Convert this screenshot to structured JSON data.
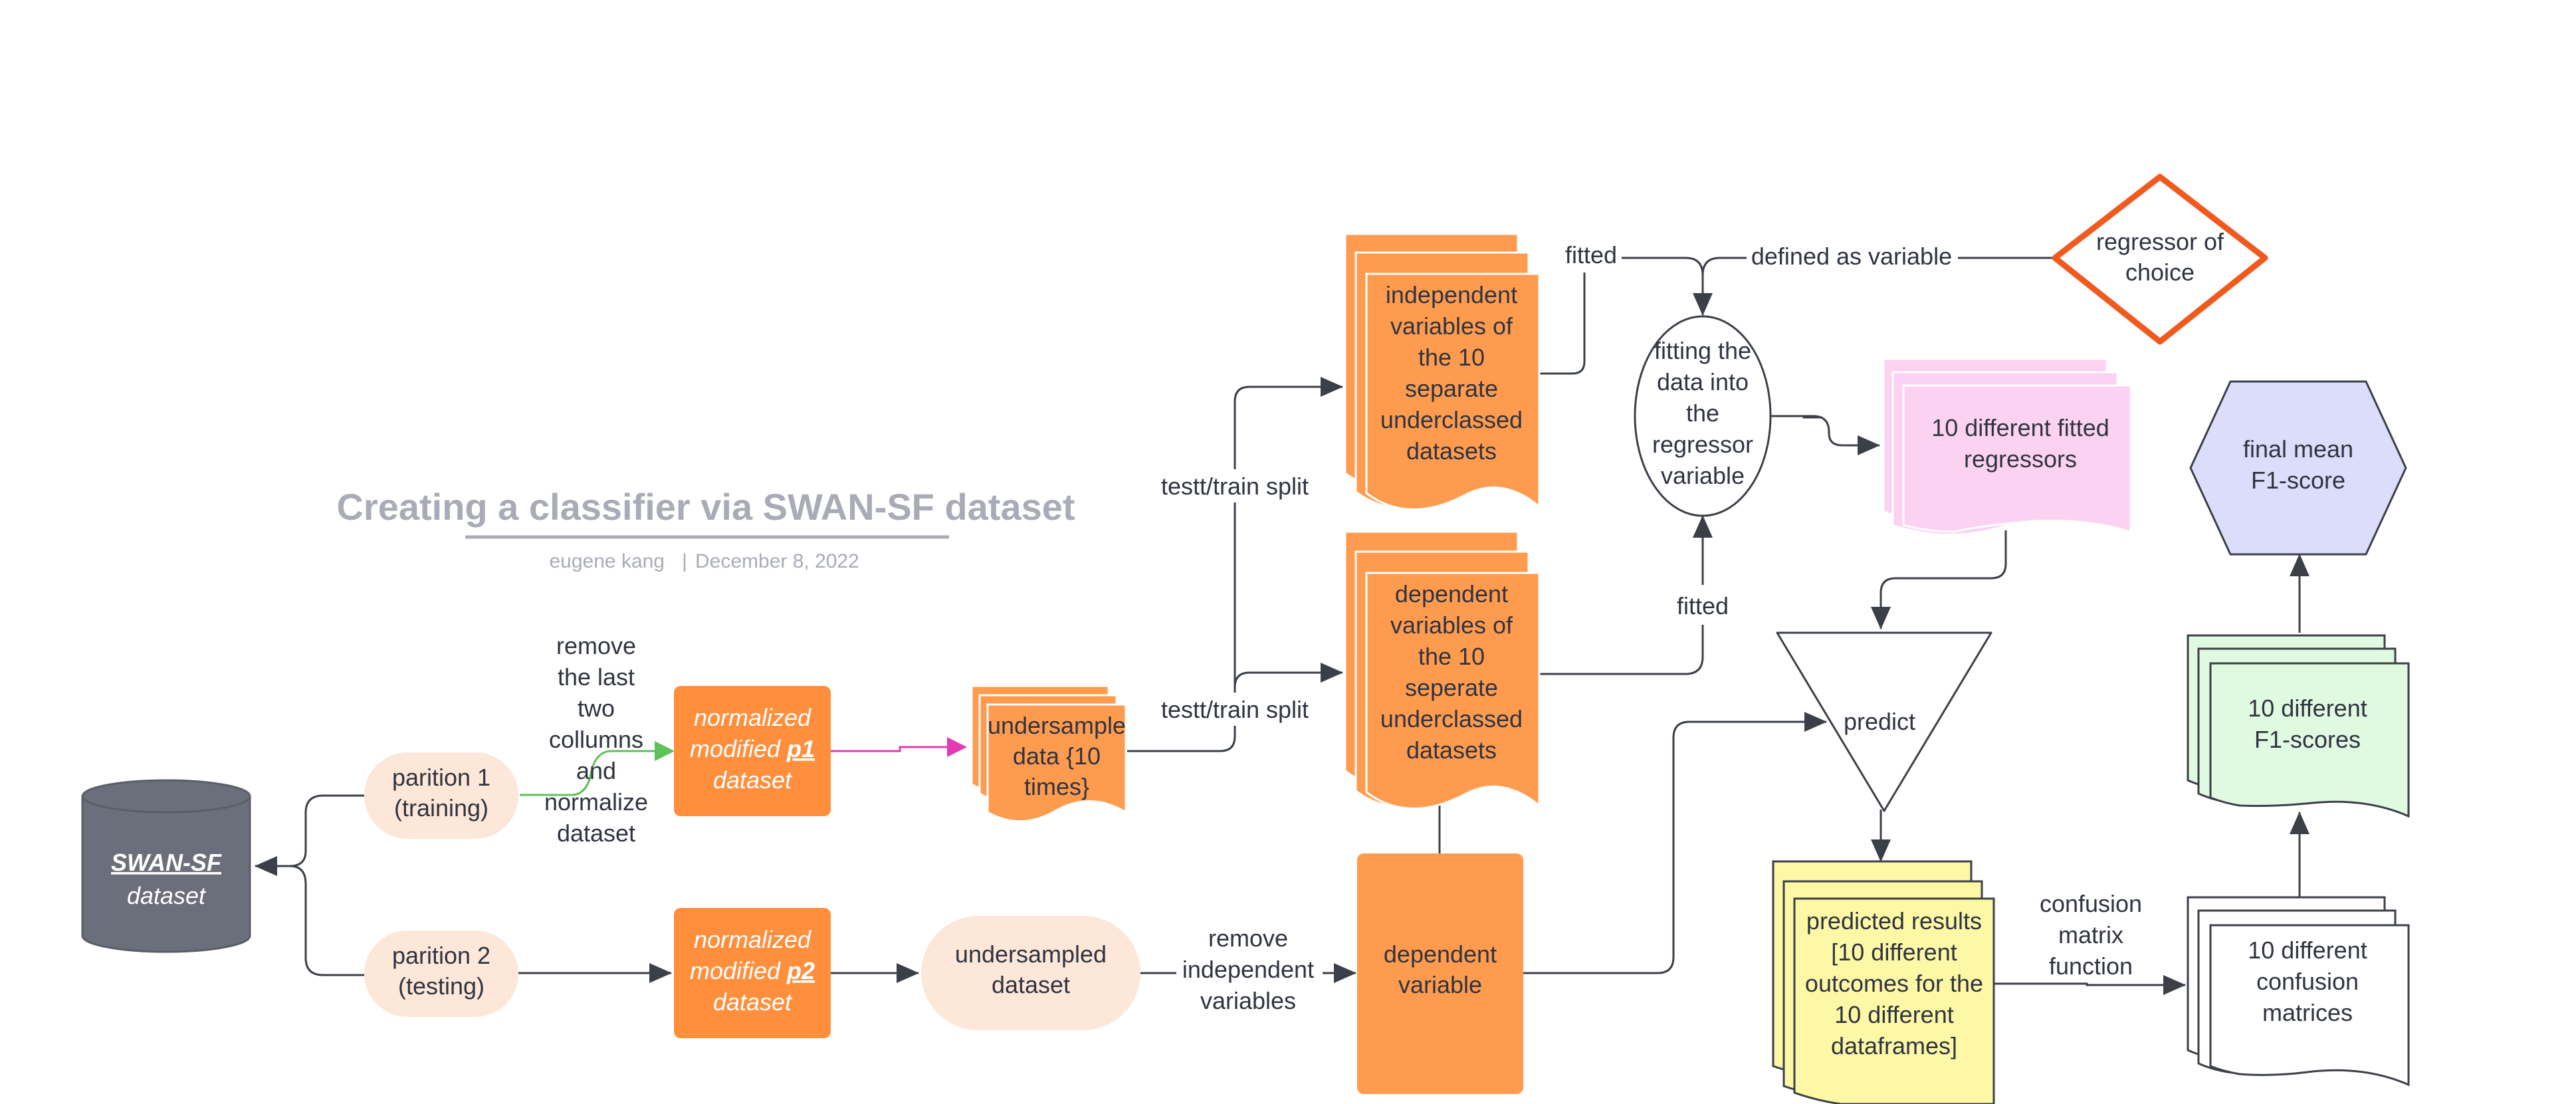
{
  "title": "Creating a classifier via SWAN-SF dataset",
  "subtitle": {
    "author": "eugene kang",
    "separator": "|",
    "date": "December 8, 2022"
  },
  "nodes": {
    "dataset": {
      "line1": "SWAN-SF",
      "line2": "dataset"
    },
    "partition1": {
      "line1": "parition 1",
      "line2": "(training)"
    },
    "partition2": {
      "line1": "parition 2",
      "line2": "(testing)"
    },
    "remove_note": [
      "remove",
      "the last",
      "two",
      "collumns",
      "and",
      "normalize",
      "dataset"
    ],
    "norm_p1": {
      "line1": "normalized",
      "line2_pre": "modified ",
      "line2_em": "p1",
      "line3": "dataset"
    },
    "norm_p2": {
      "line1": "normalized",
      "line2_pre": "modified ",
      "line2_em": "p2",
      "line3": "dataset"
    },
    "undersample": [
      "undersample",
      "data {10",
      "times}"
    ],
    "undersampled": [
      "undersampled",
      "dataset"
    ],
    "independent": [
      "independent",
      "variables of",
      "the 10",
      "separate",
      "underclassed",
      "datasets"
    ],
    "dependent_vars": [
      "dependent",
      "variables of",
      "the 10",
      "seperate",
      "underclassed",
      "datasets"
    ],
    "dependent_variable": [
      "dependent",
      "variable"
    ],
    "fitting": [
      "fitting the",
      "data into",
      "the",
      "regressor",
      "variable"
    ],
    "regressor_choice": [
      "regressor of",
      "choice"
    ],
    "fitted_regressors": [
      "10 different fitted",
      "regressors"
    ],
    "predict": "predict",
    "predicted_results": [
      "predicted results",
      "[10 different",
      "outcomes for the",
      "10 different",
      "dataframes]"
    ],
    "confusion_matrices": [
      "10 different",
      "confusion",
      "matrices"
    ],
    "f1_scores": [
      "10 different",
      "F1-scores"
    ],
    "final_f1": [
      "final mean",
      "F1-score"
    ]
  },
  "edge_labels": {
    "split_top": "testt/train split",
    "split_bottom": "testt/train split",
    "fitted_top": "fitted",
    "defined": "defined as variable",
    "fitted_bottom": "fitted",
    "remove_independent": [
      "remove",
      "independent",
      "variables"
    ],
    "confusion_fn": [
      "confusion",
      "matrix",
      "function"
    ]
  },
  "colors": {
    "orange_dark": "#ff8f3d",
    "orange_mid": "#ff9b4f",
    "peach": "#fde7d9",
    "cylinder": "#6b6f7b",
    "pink": "#fcd2f2",
    "lavender": "#dcdcfb",
    "yellow": "#fdf8a6",
    "mint": "#e0f9e1",
    "diamond_stroke": "#f15a1e",
    "green_arrow": "#5ec15a",
    "magenta_arrow": "#e23ab5"
  }
}
